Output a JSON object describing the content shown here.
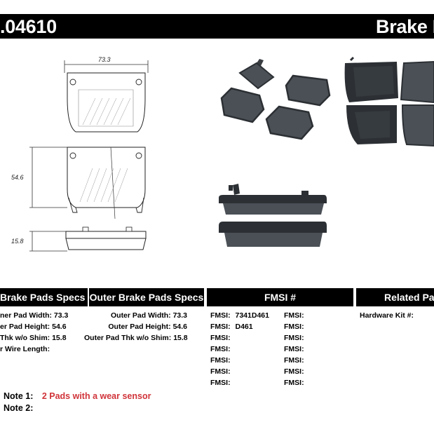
{
  "header": {
    "part_number": ".04610",
    "title": "Brake F"
  },
  "drawing": {
    "width_dim": "73.3",
    "height_dim": "54.6",
    "thickness_dim": "15.8"
  },
  "inner_specs": {
    "heading": "Brake Pads Specs",
    "rows": [
      {
        "label": "ner Pad Width:",
        "value": "73.3"
      },
      {
        "label": "er Pad Height:",
        "value": "54.6"
      },
      {
        "label": "Thk w/o Shim:",
        "value": "15.8"
      },
      {
        "label": "r Wire Length:",
        "value": ""
      }
    ]
  },
  "outer_specs": {
    "heading": "Outer Brake Pads Specs",
    "rows": [
      {
        "label": "Outer Pad Width:",
        "value": "73.3"
      },
      {
        "label": "Outer Pad Height:",
        "value": "54.6"
      },
      {
        "label": "Outer Pad Thk w/o Shim:",
        "value": "15.8"
      }
    ]
  },
  "fmsi": {
    "heading": "FMSI #",
    "rows": [
      {
        "left_label": "FMSI:",
        "left_value": "7341D461",
        "right_label": "FMSI:",
        "right_value": ""
      },
      {
        "left_label": "FMSI:",
        "left_value": "D461",
        "right_label": "FMSI:",
        "right_value": ""
      },
      {
        "left_label": "FMSI:",
        "left_value": "",
        "right_label": "FMSI:",
        "right_value": ""
      },
      {
        "left_label": "FMSI:",
        "left_value": "",
        "right_label": "FMSI:",
        "right_value": ""
      },
      {
        "left_label": "FMSI:",
        "left_value": "",
        "right_label": "FMSI:",
        "right_value": ""
      },
      {
        "left_label": "FMSI:",
        "left_value": "",
        "right_label": "FMSI:",
        "right_value": ""
      },
      {
        "left_label": "FMSI:",
        "left_value": "",
        "right_label": "FMSI:",
        "right_value": ""
      }
    ]
  },
  "related": {
    "heading": "Related Par",
    "hardware_kit_label": "Hardware Kit #:",
    "hardware_kit_value": ""
  },
  "notes": [
    {
      "label": "Note 1:",
      "text": "2 Pads with a wear sensor"
    },
    {
      "label": "Note 2:",
      "text": ""
    }
  ],
  "colors": {
    "header_bg": "#000000",
    "note_text": "#d0343a",
    "pad_friction": "#4a5056",
    "pad_plate": "#2c3034"
  }
}
